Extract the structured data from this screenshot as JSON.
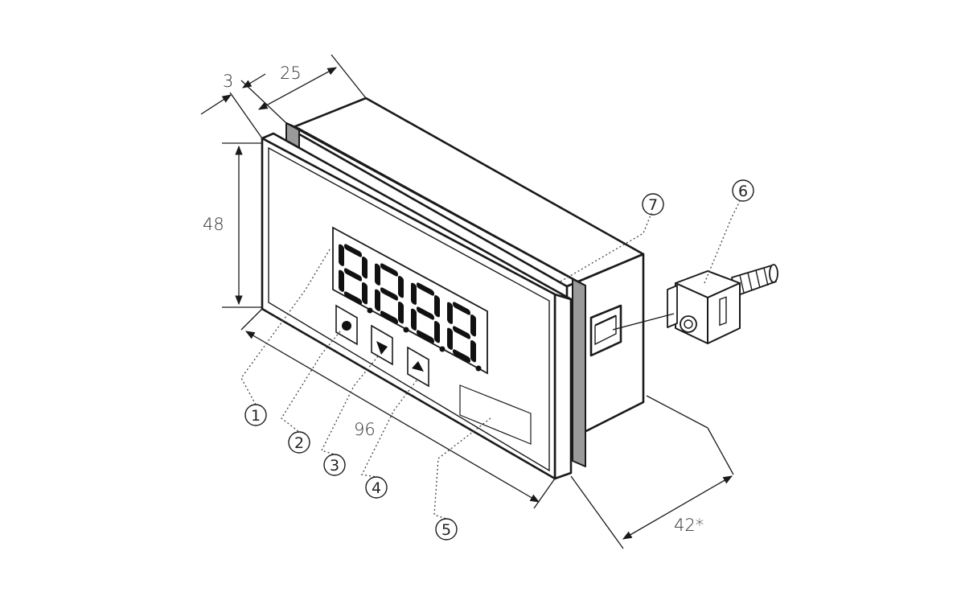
{
  "diagram": {
    "dimensions": {
      "height": "48",
      "width": "96",
      "bezel_thickness": "3",
      "housing_depth_front": "25",
      "housing_depth_rear": "42*"
    },
    "display_digits": [
      "8.",
      "8.",
      "8.",
      "8."
    ],
    "callouts": [
      "1",
      "2",
      "3",
      "4",
      "5",
      "6",
      "7"
    ],
    "icons": {
      "button_2": "circle-dot-icon",
      "button_3": "triangle-down-icon",
      "button_4": "triangle-up-icon"
    }
  }
}
